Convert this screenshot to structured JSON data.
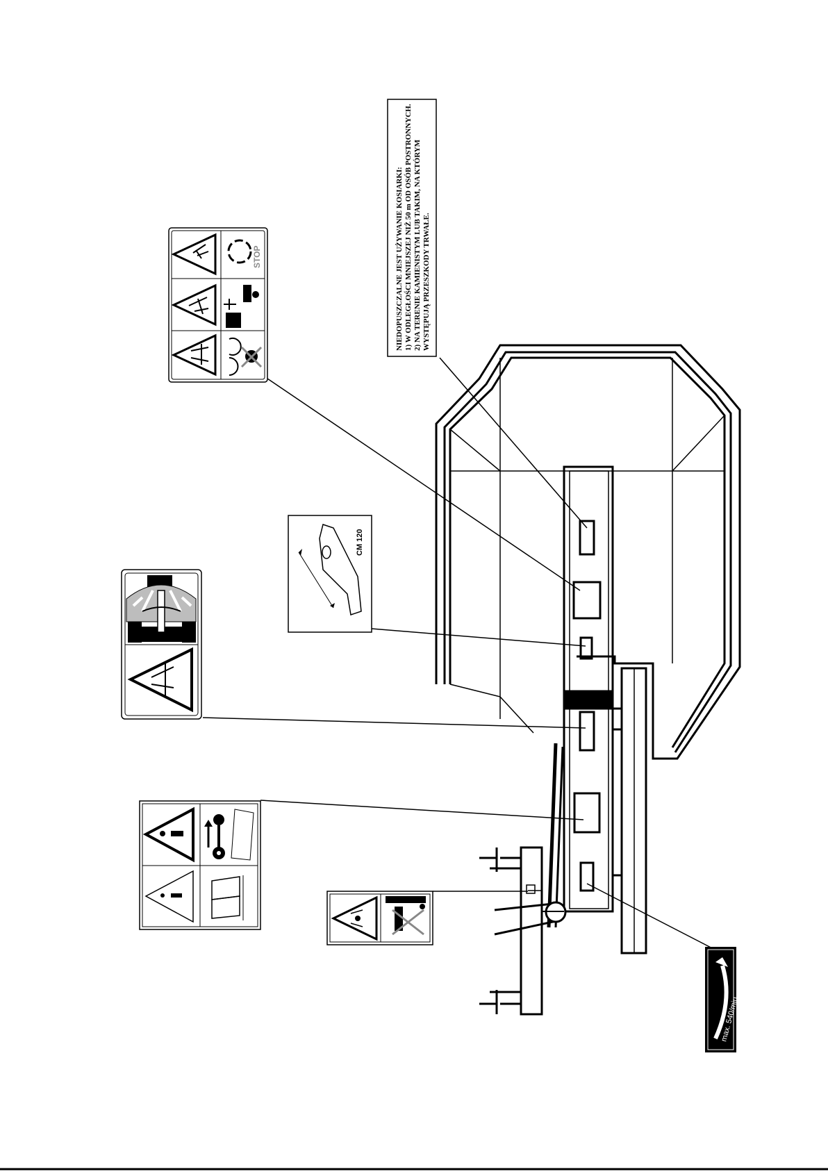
{
  "notice": {
    "lines": [
      "NIEDOPUSZCZALNE JEST UŻYWANIE KOSIARKI:",
      "1) W ODLEGŁOŚCI MNIEJSZEJ NIŻ 50 m OD OSÓB POSTRONNYCH.",
      "2) NA TERENIE KAMIENISTYM LUB TAKIM, NA KTÓRYM",
      "WYSTĘPUJĄ PRZESZKODY TRWAŁE."
    ]
  },
  "blade_label": {
    "model": "CM 120"
  },
  "stop_sign": {
    "text": "STOP"
  },
  "speed_label": {
    "text": "max. 540/min"
  },
  "icons": [
    "hand-entanglement-warning-icon",
    "flying-debris-warning-icon",
    "cutting-blade-warning-icon",
    "rotating-blades-icon",
    "keep-distance-icon",
    "stop-rotation-icon",
    "crush-hazard-icon",
    "general-warning-icon",
    "read-manual-icon",
    "lifting-point-icon",
    "hydraulic-hazard-icon"
  ]
}
